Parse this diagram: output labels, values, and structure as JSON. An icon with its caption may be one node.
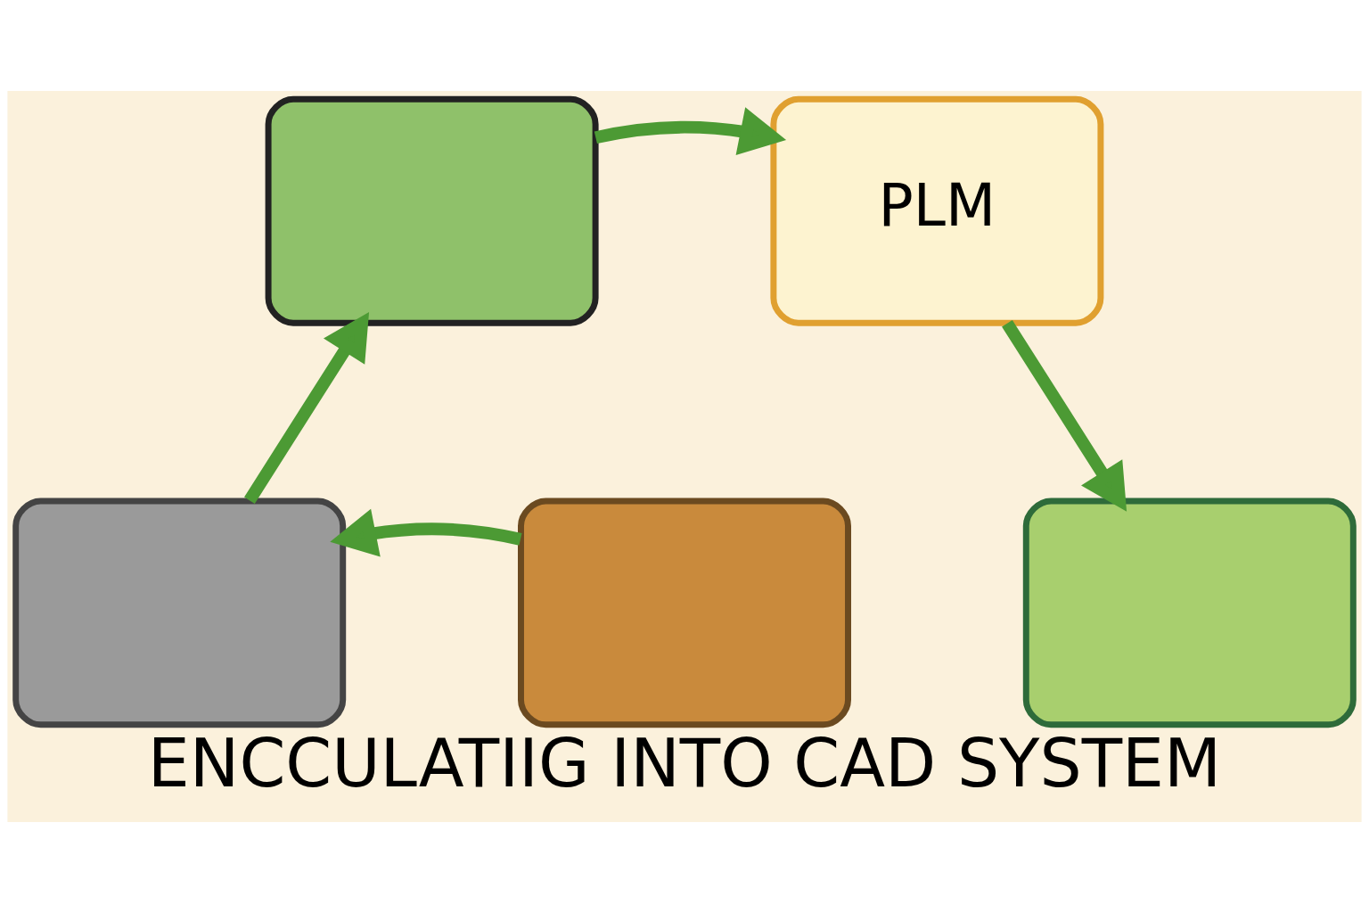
{
  "diagram": {
    "title": "ENCCULATIIG INTO CAD SYSTEM",
    "nodes": [
      {
        "text": [],
        "shape": "box"
      },
      {
        "text": [
          "PLM"
        ]
      },
      {
        "text": [],
        "shape": "box"
      },
      {
        "text": [],
        "shape": "box"
      },
      {
        "text": [],
        "shape": "box"
      }
    ],
    "edges": [
      {
        "from": 0,
        "to": 1,
        "arrow": "to"
      },
      {
        "from": 1,
        "to": 2,
        "arrow": "to"
      },
      {
        "from": 3,
        "to": 4,
        "arrow": "to"
      },
      {
        "from": 4,
        "to": 0,
        "arrow": "to"
      }
    ]
  }
}
